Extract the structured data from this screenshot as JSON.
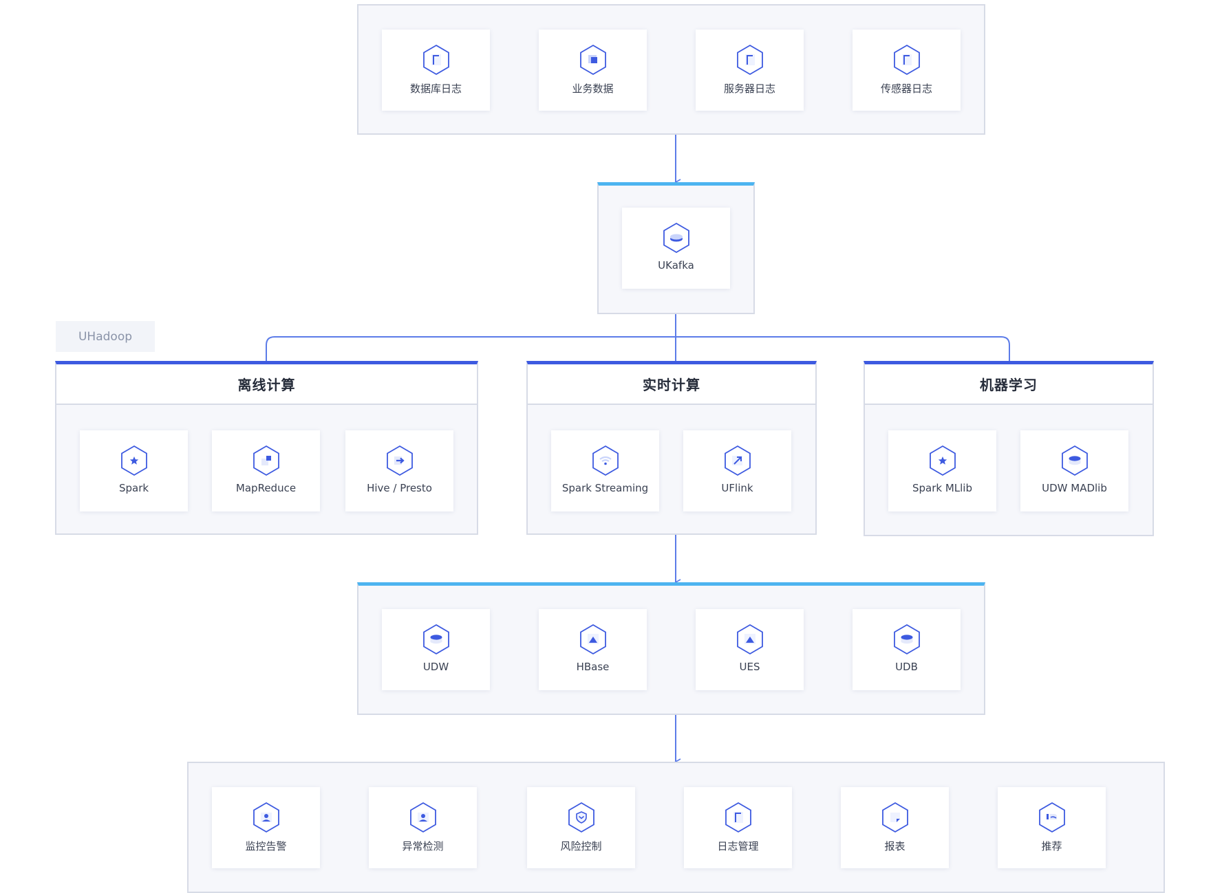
{
  "colors": {
    "accent_blue": "#3d5ae0",
    "accent_cyan": "#4db4f0",
    "line_blue": "#5b7be8",
    "box_bg": "#f6f7fb",
    "box_border": "#d7dbe6"
  },
  "sources": {
    "items": [
      {
        "label": "数据库日志",
        "icon": "log-document-icon"
      },
      {
        "label": "业务数据",
        "icon": "business-data-icon"
      },
      {
        "label": "服务器日志",
        "icon": "log-document-icon"
      },
      {
        "label": "传感器日志",
        "icon": "log-document-icon"
      }
    ]
  },
  "ingest": {
    "items": [
      {
        "label": "UKafka",
        "icon": "kafka-disc-icon"
      }
    ]
  },
  "uhadoop": {
    "label": "UHadoop"
  },
  "offline": {
    "title": "离线计算",
    "items": [
      {
        "label": "Spark",
        "icon": "star-icon"
      },
      {
        "label": "MapReduce",
        "icon": "blocks-icon"
      },
      {
        "label": "Hive / Presto",
        "icon": "arrow-right-icon"
      }
    ]
  },
  "realtime": {
    "title": "实时计算",
    "items": [
      {
        "label": "Spark Streaming",
        "icon": "stream-icon"
      },
      {
        "label": "UFlink",
        "icon": "arrow-up-right-icon"
      }
    ]
  },
  "ml": {
    "title": "机器学习",
    "items": [
      {
        "label": "Spark MLlib",
        "icon": "star-icon"
      },
      {
        "label": "UDW MADlib",
        "icon": "database-icon"
      }
    ]
  },
  "storage": {
    "items": [
      {
        "label": "UDW",
        "icon": "database-icon"
      },
      {
        "label": "HBase",
        "icon": "triangle-icon"
      },
      {
        "label": "UES",
        "icon": "triangle-icon"
      },
      {
        "label": "UDB",
        "icon": "database-icon"
      }
    ]
  },
  "apps": {
    "items": [
      {
        "label": "监控告警",
        "icon": "user-icon"
      },
      {
        "label": "异常检测",
        "icon": "user-icon"
      },
      {
        "label": "风险控制",
        "icon": "shield-icon"
      },
      {
        "label": "日志管理",
        "icon": "log-document-icon"
      },
      {
        "label": "报表",
        "icon": "report-icon"
      },
      {
        "label": "推荐",
        "icon": "recommend-icon"
      }
    ]
  }
}
